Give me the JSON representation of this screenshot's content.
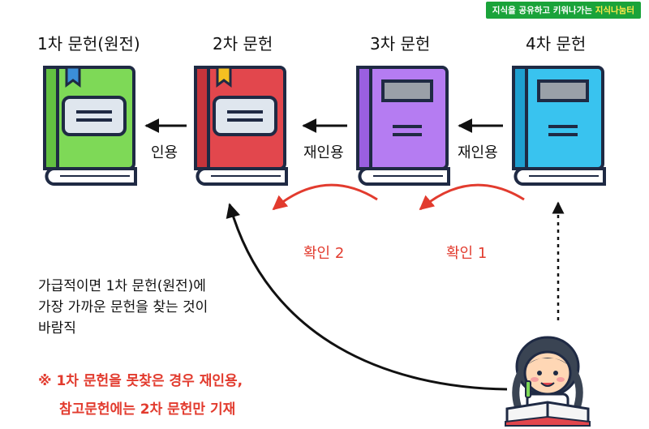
{
  "badge": {
    "prefix": "지식을 공유하고 키워나가는",
    "highlight": "지식나눔터"
  },
  "levels": [
    {
      "title": "1차 문헌(원전)",
      "color": "#7ed957"
    },
    {
      "title": "2차 문헌",
      "color": "#e2474d"
    },
    {
      "title": "3차 문헌",
      "color": "#b57cf2"
    },
    {
      "title": "4차 문헌",
      "color": "#39c3ef"
    }
  ],
  "relations": {
    "cite": "인용",
    "recite_a": "재인용",
    "recite_b": "재인용"
  },
  "checks": {
    "check2": "확인 2",
    "check1": "확인 1"
  },
  "note": {
    "line1": "가급적이면 1차 문헌(원전)에",
    "line2": "가장 가까운 문헌을 찾는 것이",
    "line3": "바람직"
  },
  "warning": {
    "line1": "※ 1차 문헌을 못찾은 경우 재인용,",
    "line2": "참고문헌에는 2차 문헌만 기재"
  }
}
